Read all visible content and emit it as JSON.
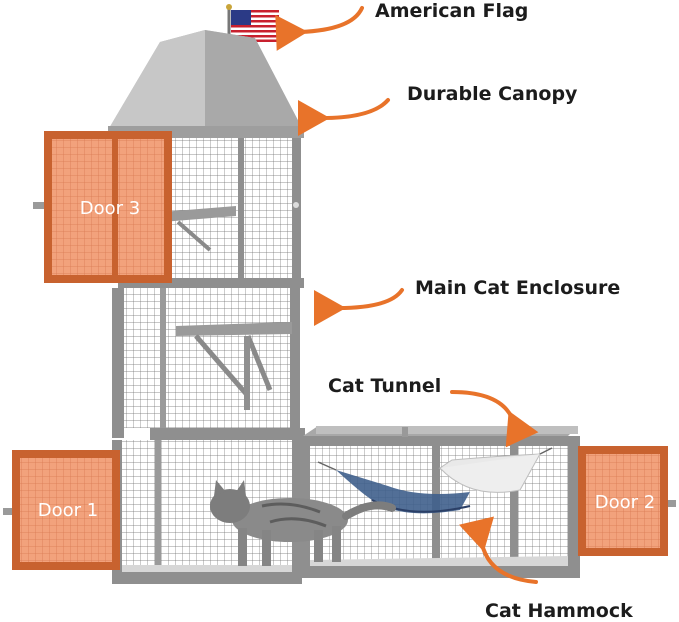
{
  "callouts": {
    "flag": "American Flag",
    "canopy": "Durable Canopy",
    "enclosure": "Main Cat Enclosure",
    "tunnel": "Cat Tunnel",
    "hammock": "Cat Hammock"
  },
  "doors": {
    "door1": "Door 1",
    "door2": "Door 2",
    "door3": "Door 3"
  },
  "colors": {
    "arrow": "#e8732a",
    "door_panel": "#f2a27c",
    "door_frame": "#c8622f",
    "frame_gray": "#8f8f8f",
    "canopy": "#b9b9b9",
    "floor": "#d7d7d7",
    "flag_red": "#c8202e",
    "flag_blue": "#2b3a86"
  }
}
